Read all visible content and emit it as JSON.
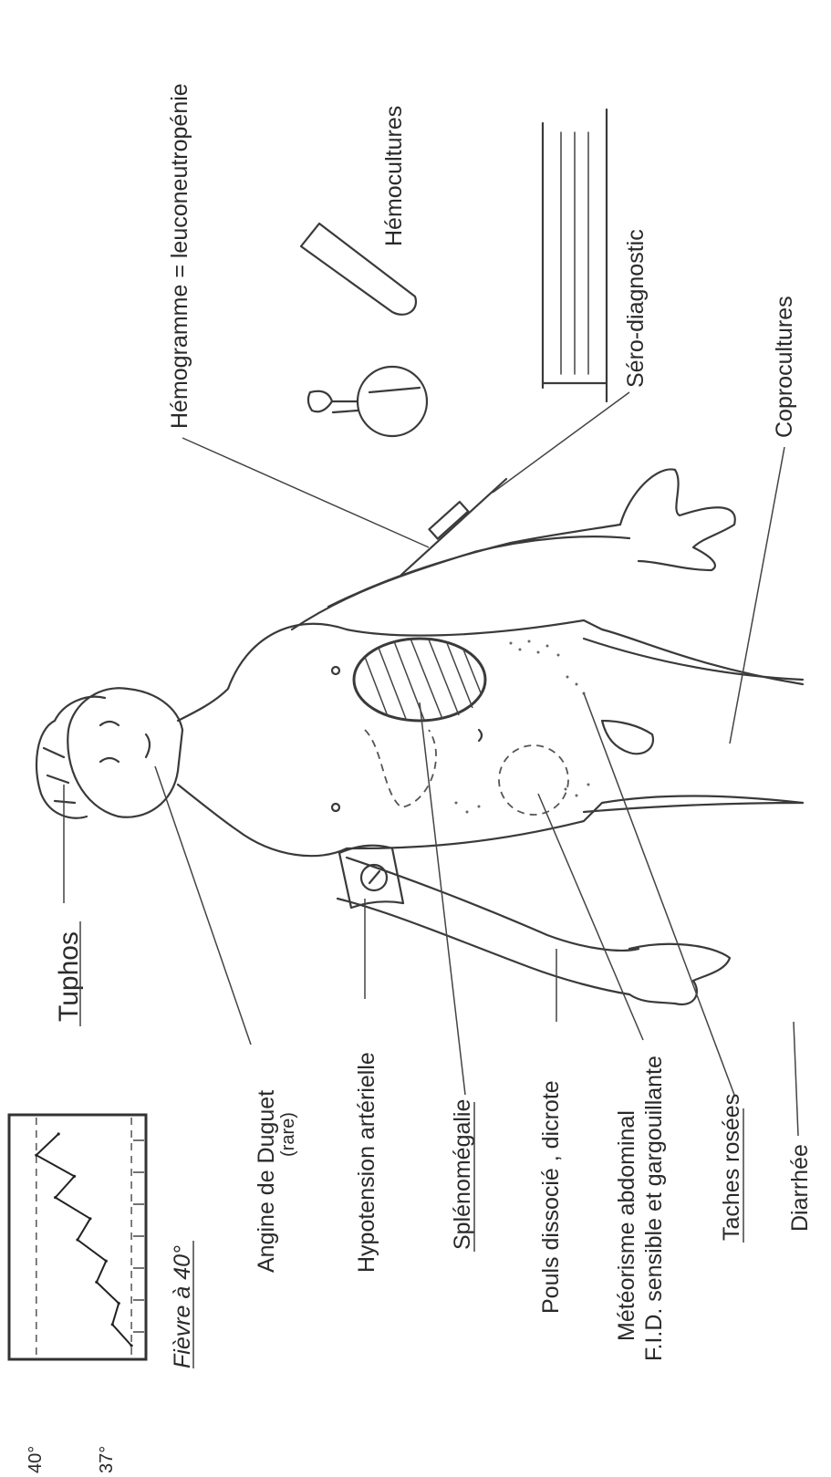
{
  "labels": {
    "tuphos": "Tuphos",
    "angine": "Angine de Duguet",
    "angine_rare": "(rare)",
    "hypotension": "Hypotension artérielle",
    "splenomegalie": "Splénomégalie",
    "pouls": "Pouls dissocié , dicrote",
    "meteorisme": "Météorisme abdominal",
    "fid": "F.I.D. sensible et gargouillante",
    "taches": "Taches rosées",
    "diarrhee": "Diarrhée",
    "coprocultures": "Coprocultures",
    "sero": "Séro-diagnostic",
    "hemocultures": "Hémocultures",
    "hemogramme": "Hémogramme = leuconeutropénie",
    "fievre": "Fièvre à 40°"
  },
  "chart_data": {
    "type": "line",
    "title": "Fièvre à 40°",
    "ytick_labels": [
      "40°",
      "37°"
    ],
    "y_reference_lines": [
      37,
      40
    ],
    "ylim": [
      36.6,
      40.8
    ],
    "series": [
      {
        "values": [
          37.0,
          37.6,
          37.4,
          38.1,
          37.8,
          38.7,
          38.3,
          39.4,
          38.8,
          40.0,
          39.3
        ]
      }
    ]
  },
  "colors": {
    "ink": "#2a2a2a",
    "paper": "#ffffff"
  }
}
